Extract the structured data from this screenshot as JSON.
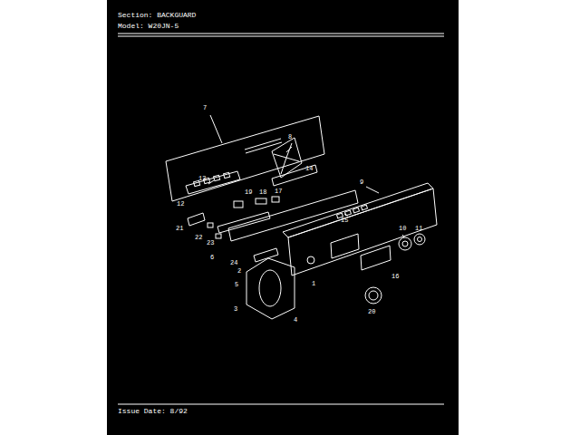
{
  "diagram": {
    "labels": [
      "Section: BACKGUARD",
      "Model: W20JN-5",
      "7",
      "8",
      "14",
      "9",
      "13",
      "12",
      "19",
      "18",
      "17",
      "15",
      "10",
      "11",
      "21",
      "22",
      "23",
      "6",
      "24",
      "2",
      "5",
      "3",
      "4",
      "1",
      "16",
      "20",
      "Issue Date: 8/92"
    ]
  }
}
